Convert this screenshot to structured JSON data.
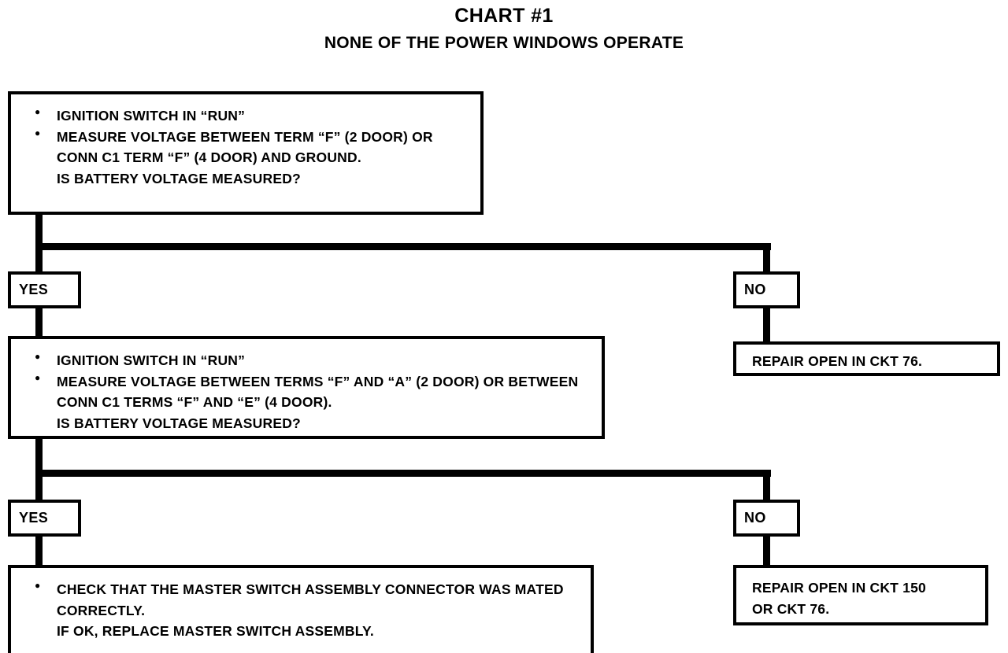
{
  "title": {
    "main": "CHART #1",
    "sub": "NONE OF THE POWER WINDOWS OPERATE"
  },
  "labels": {
    "yes": "YES",
    "no": "NO"
  },
  "step1": {
    "line1": "IGNITION SWITCH IN “RUN”",
    "line2": "MEASURE VOLTAGE BETWEEN TERM “F” (2 DOOR) OR CONN C1 TERM “F” (4 DOOR) AND GROUND.",
    "line3": "IS BATTERY VOLTAGE MEASURED?"
  },
  "step1_no": {
    "line1": "REPAIR OPEN IN CKT 76."
  },
  "step2": {
    "line1": "IGNITION SWITCH IN “RUN”",
    "line2": "MEASURE VOLTAGE BETWEEN TERMS “F” AND “A” (2 DOOR) OR BETWEEN CONN C1 TERMS “F” AND “E” (4 DOOR).",
    "line3": "IS BATTERY VOLTAGE MEASURED?"
  },
  "step2_no": {
    "line1": "REPAIR OPEN IN CKT 150",
    "line2": "OR CKT 76."
  },
  "step3": {
    "line1": "CHECK THAT THE MASTER SWITCH ASSEMBLY CONNECTOR WAS MATED CORRECTLY.",
    "line2": "IF OK, REPLACE MASTER SWITCH ASSEMBLY."
  },
  "colors": {
    "ink": "#000000",
    "paper": "#ffffff"
  }
}
